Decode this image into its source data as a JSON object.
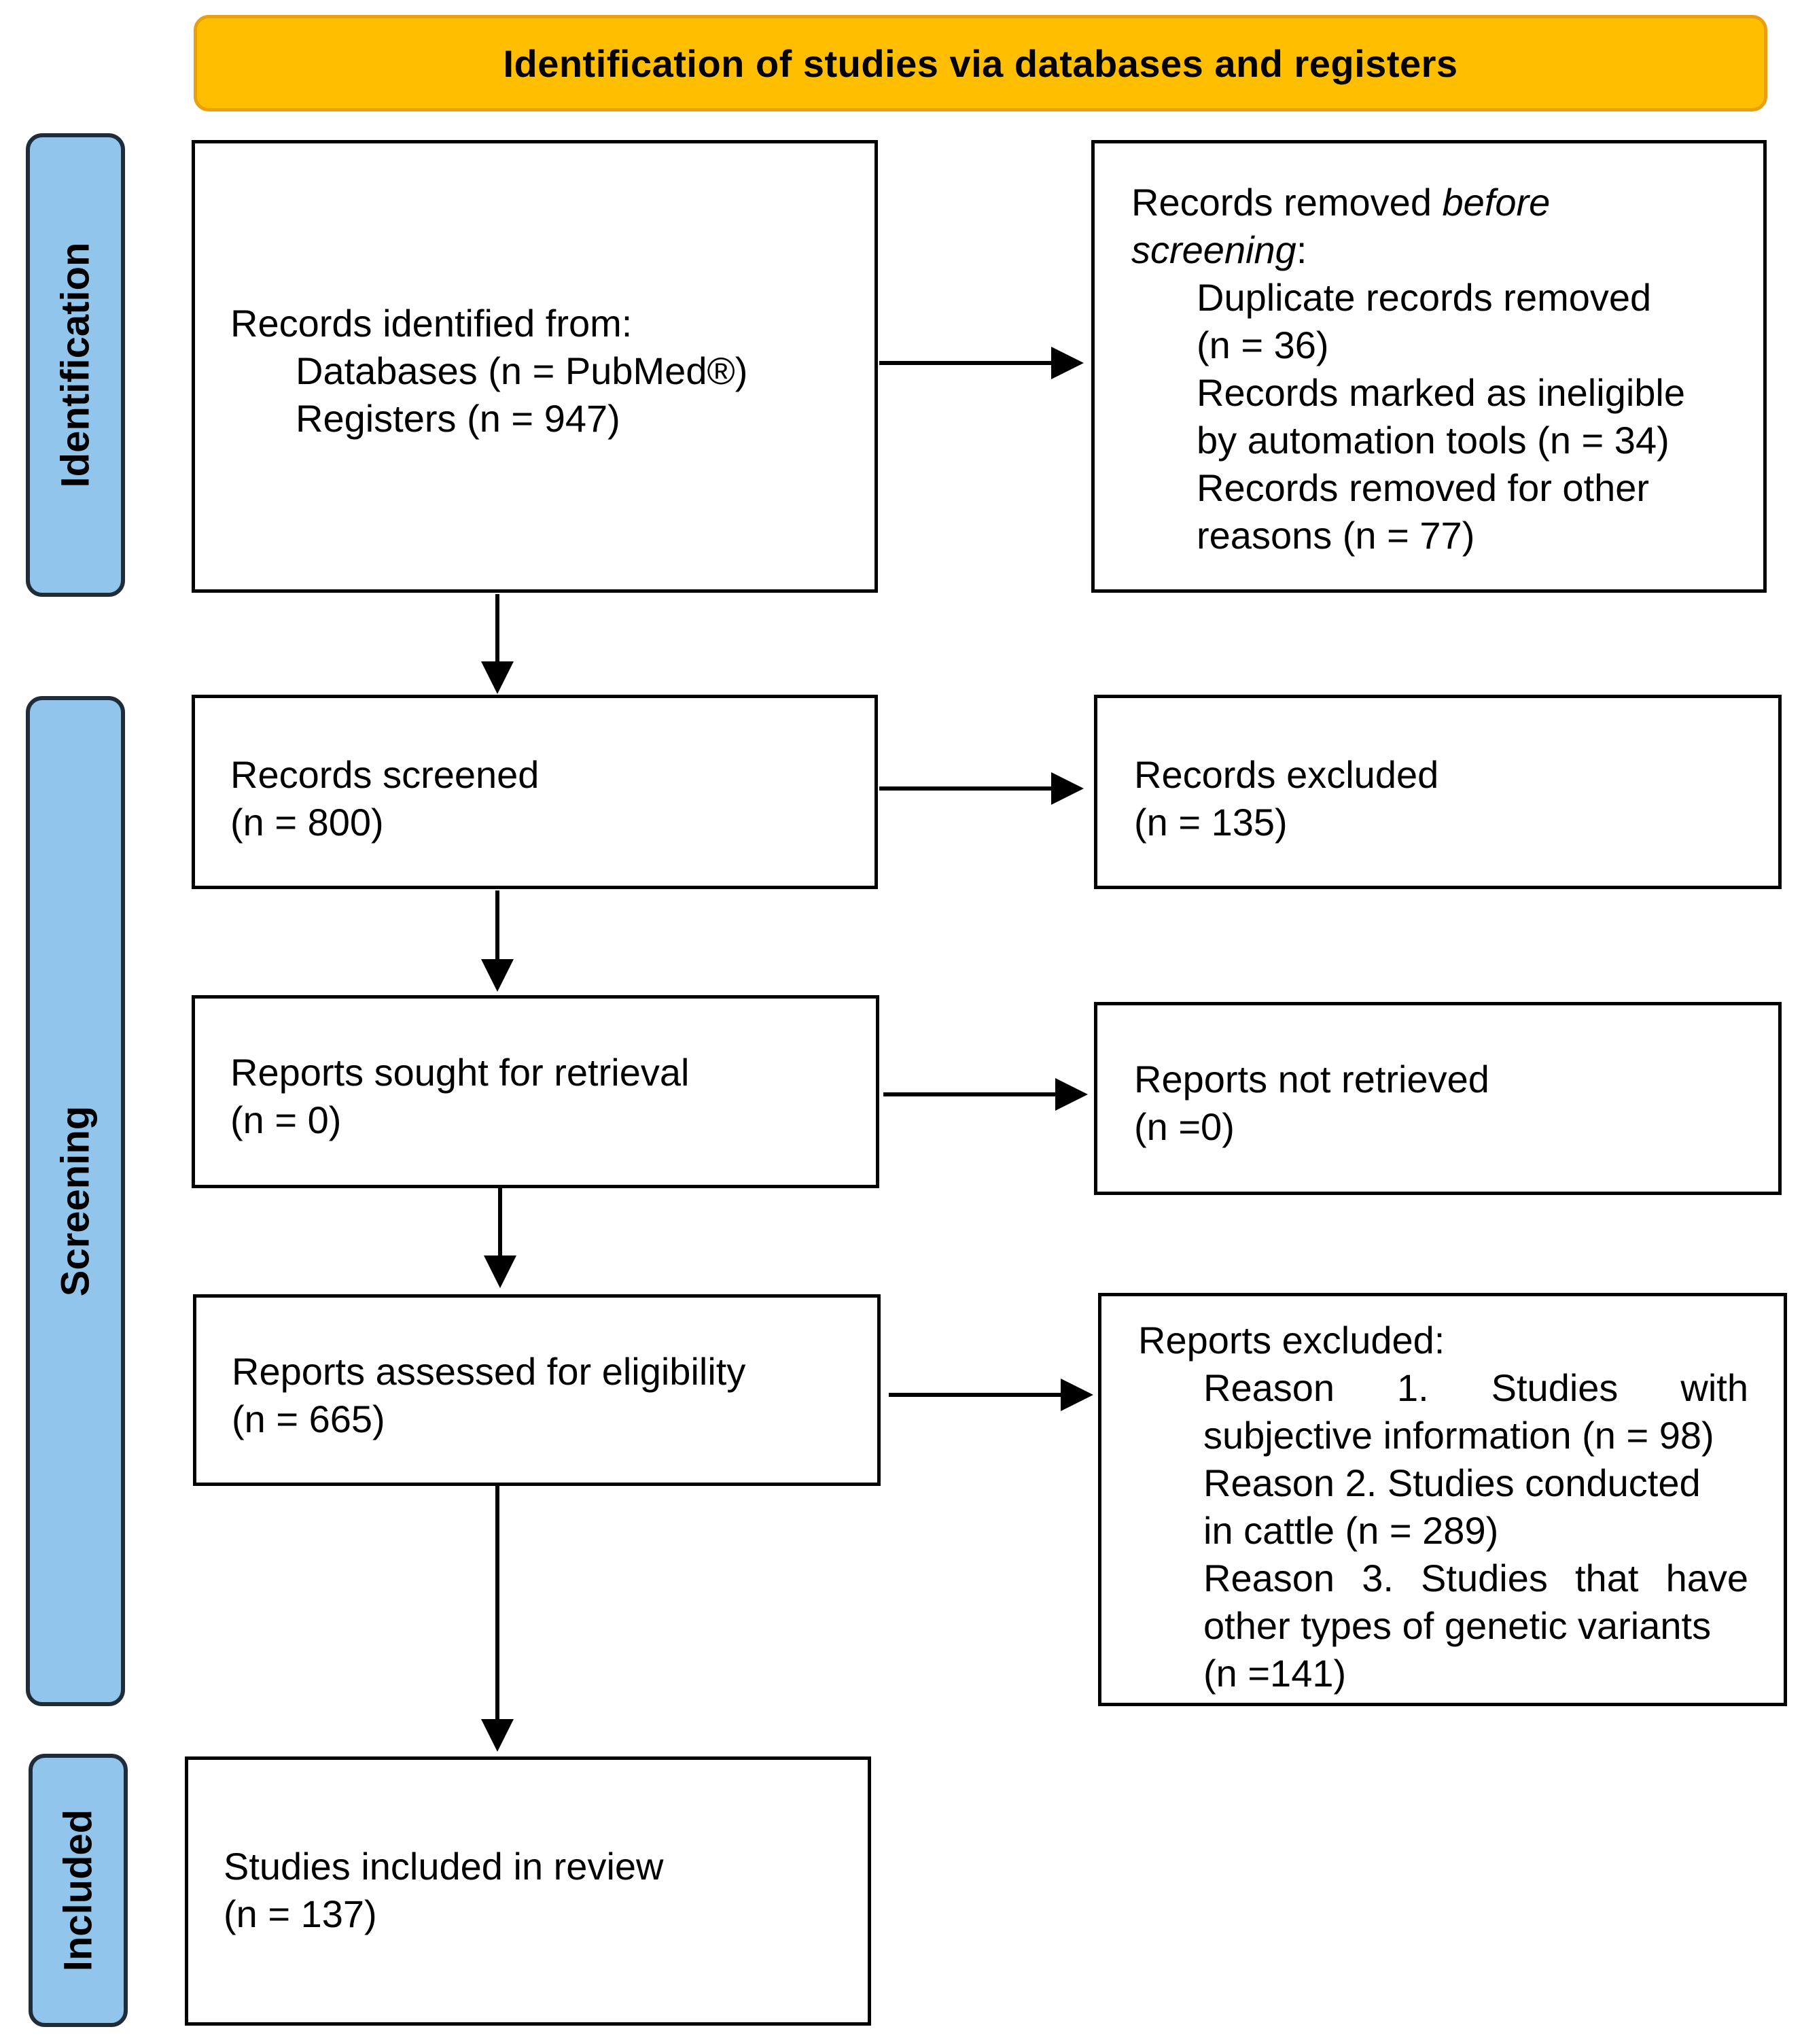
{
  "colors": {
    "banner_fill": "#ffbf00",
    "banner_border": "#e8a010",
    "stage_fill": "#92c5eb",
    "stage_border": "#1f2d3a",
    "box_border": "#000000",
    "arrow": "#000000"
  },
  "banner": {
    "title": "Identification of studies via databases and registers"
  },
  "stages": {
    "identification": "Identification",
    "screening": "Screening",
    "included": "Included"
  },
  "boxes": {
    "records_identified": {
      "heading": "Records identified from:",
      "databases": "Databases (n = PubMed®)",
      "registers": "Registers (n = 947)"
    },
    "records_removed": {
      "heading_part1": "Records removed ",
      "heading_emphasis1": "before",
      "heading_emphasis2": "screening",
      "heading_colon": ":",
      "duplicates_line1": "Duplicate records removed",
      "duplicates_line2": "(n = 36)",
      "ineligible_line1": "Records marked as ineligible",
      "ineligible_line2": "by automation tools (n = 34)",
      "other_line1": "Records removed for other",
      "other_line2": "reasons (n = 77)"
    },
    "records_screened": {
      "label": "Records screened",
      "count": "(n = 800)"
    },
    "records_excluded": {
      "label": "Records excluded",
      "count": "(n = 135)"
    },
    "reports_sought": {
      "label": "Reports sought for retrieval",
      "count": "(n = 0)"
    },
    "reports_not_retrieved": {
      "label": "Reports not retrieved",
      "count": "(n =0)"
    },
    "reports_assessed": {
      "label": "Reports assessed for eligibility",
      "count": "(n = 665)"
    },
    "reports_excluded": {
      "heading": "Reports excluded:",
      "reason1_words": [
        "Reason",
        "1.",
        "Studies",
        "with"
      ],
      "reason1_line2": "subjective information (n = 98)",
      "reason2_line1": "Reason 2. Studies conducted",
      "reason2_line2": "in cattle (n = 289)",
      "reason3_words": [
        "Reason",
        "3.",
        "Studies",
        "that",
        "have"
      ],
      "reason3_line2": "other types of genetic variants",
      "reason3_line3": "(n =141)"
    },
    "studies_included": {
      "label": "Studies included in review",
      "count": "(n = 137)"
    }
  }
}
